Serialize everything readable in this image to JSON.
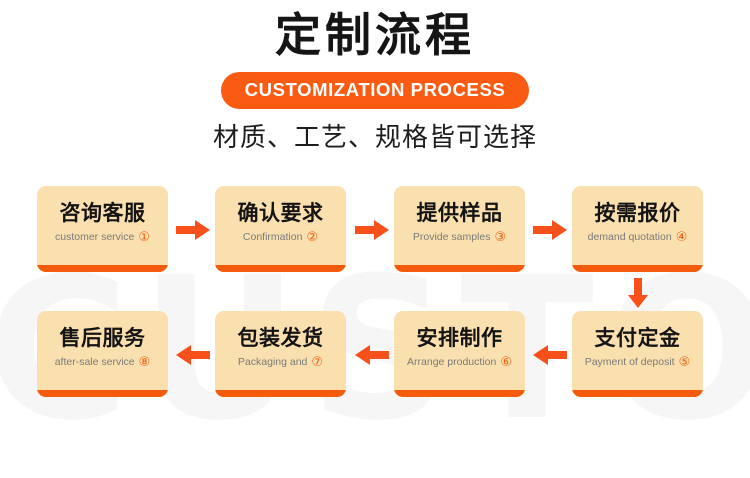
{
  "watermark": {
    "text": "CUSTO"
  },
  "header": {
    "title_cn": "定制流程",
    "badge_label": "CUSTOMIZATION PROCESS",
    "subtitle_cn": "材质、工艺、规格皆可选择"
  },
  "colors": {
    "accent_orange": "#f45b0c",
    "badge_orange": "#f95b13",
    "box_fill": "#fbe0af",
    "title_black": "#151515",
    "english_gray": "#7a7a7a",
    "watermark_gray": "#f6f6f6",
    "page_background": "#ffffff"
  },
  "flow": {
    "row1": [
      {
        "cn": "咨询客服",
        "en": "customer service",
        "num": "①"
      },
      {
        "cn": "确认要求",
        "en": "Confirmation",
        "num": "②"
      },
      {
        "cn": "提供样品",
        "en": "Provide samples",
        "num": "③"
      },
      {
        "cn": "按需报价",
        "en": "demand quotation",
        "num": "④"
      }
    ],
    "row2": [
      {
        "cn": "售后服务",
        "en": "after-sale service",
        "num": "⑧"
      },
      {
        "cn": "包装发货",
        "en": "Packaging and",
        "num": "⑦"
      },
      {
        "cn": "安排制作",
        "en": "Arrange production",
        "num": "⑥"
      },
      {
        "cn": "支付定金",
        "en": "Payment of deposit",
        "num": "⑤"
      }
    ]
  }
}
